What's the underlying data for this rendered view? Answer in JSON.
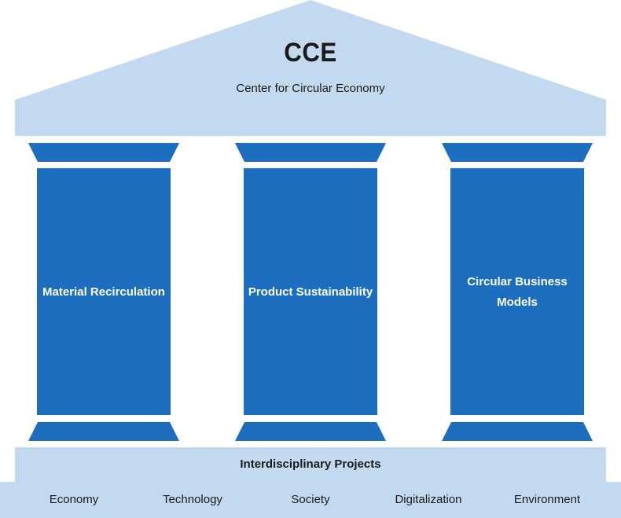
{
  "roof": {
    "title": "CCE",
    "subtitle": "Center for Circular Economy"
  },
  "pillars": [
    {
      "label": "Material Recirculation"
    },
    {
      "label": "Product Sustainability"
    },
    {
      "label": "Circular Business Models"
    }
  ],
  "base": {
    "title": "Interdisciplinary Projects",
    "categories": [
      "Economy",
      "Technology",
      "Society",
      "Digitalization",
      "Environment"
    ]
  },
  "colors": {
    "light": "#c3d9ef",
    "pillar": "#1e6ebf"
  }
}
